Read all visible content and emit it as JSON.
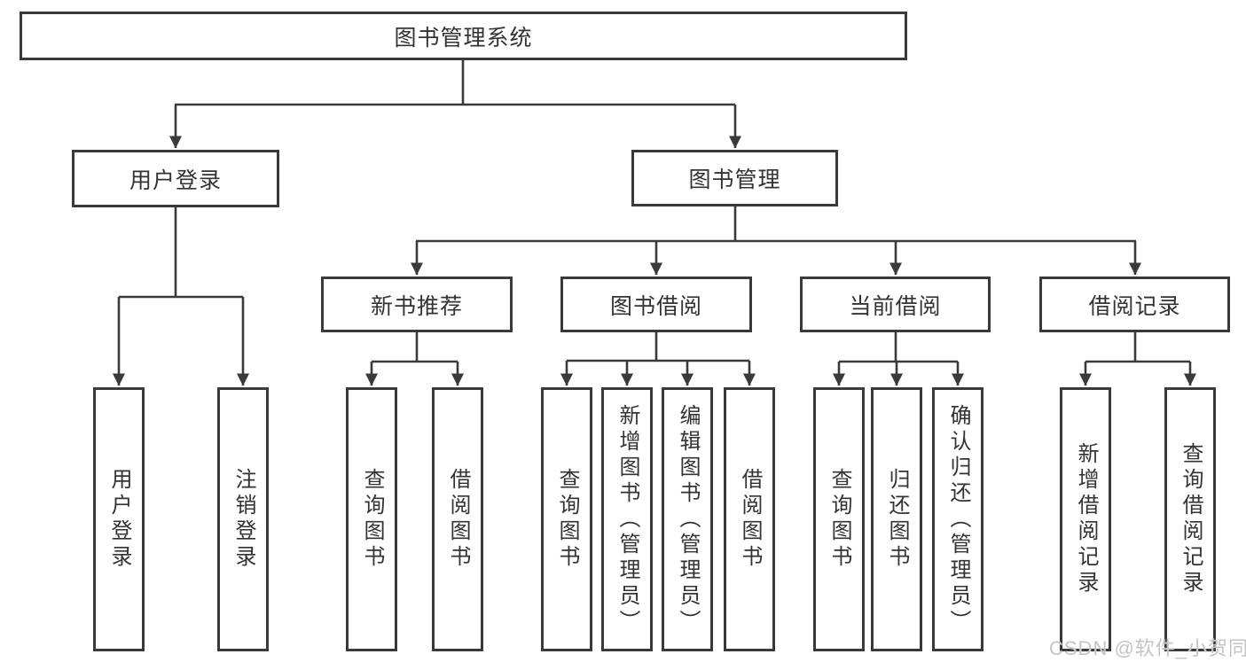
{
  "colors": {
    "line": "#3a3a3a",
    "text": "#333333",
    "background": "#ffffff",
    "watermark": "#c4c4c4"
  },
  "tree": {
    "root": {
      "label": "图书管理系统"
    },
    "level2": [
      {
        "id": "user-login",
        "label": "用户登录"
      },
      {
        "id": "book-management",
        "label": "图书管理"
      }
    ],
    "level3": [
      {
        "id": "new-book-recommend",
        "label": "新书推荐",
        "parent": "图书管理"
      },
      {
        "id": "book-borrow",
        "label": "图书借阅",
        "parent": "图书管理"
      },
      {
        "id": "current-borrow",
        "label": "当前借阅",
        "parent": "图书管理"
      },
      {
        "id": "borrow-records",
        "label": "借阅记录",
        "parent": "图书管理"
      }
    ],
    "leaves": [
      {
        "id": "user-login-leaf",
        "label": "用户登录",
        "parent": "用户登录"
      },
      {
        "id": "logout-leaf",
        "label": "注销登录",
        "parent": "用户登录"
      },
      {
        "id": "query-books-recommend",
        "label": "查询图书",
        "parent": "新书推荐"
      },
      {
        "id": "borrow-books-recommend",
        "label": "借阅图书",
        "parent": "新书推荐"
      },
      {
        "id": "query-books-borrow",
        "label": "查询图书",
        "parent": "图书借阅"
      },
      {
        "id": "add-books-admin",
        "label": "新增图书（管理员）",
        "parent": "图书借阅"
      },
      {
        "id": "edit-books-admin",
        "label": "编辑图书（管理员）",
        "parent": "图书借阅"
      },
      {
        "id": "borrow-books",
        "label": "借阅图书",
        "parent": "图书借阅"
      },
      {
        "id": "query-books-current",
        "label": "查询图书",
        "parent": "当前借阅"
      },
      {
        "id": "return-books",
        "label": "归还图书",
        "parent": "当前借阅"
      },
      {
        "id": "confirm-return-admin",
        "label": "确认归还（管理员）",
        "parent": "当前借阅"
      },
      {
        "id": "add-borrow-record",
        "label": "新增借阅记录",
        "parent": "借阅记录"
      },
      {
        "id": "query-borrow-record",
        "label": "查询借阅记录",
        "parent": "借阅记录"
      }
    ]
  },
  "watermark": {
    "text": "CSDN @软件_小贺同学"
  }
}
